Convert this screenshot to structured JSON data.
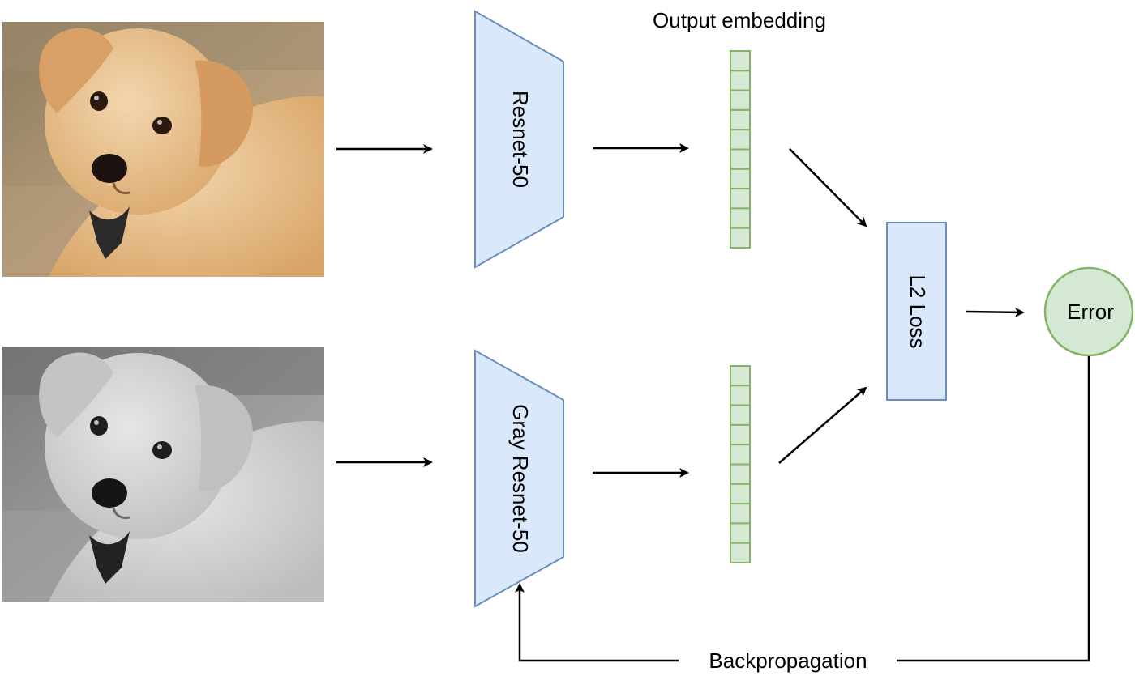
{
  "diagram": {
    "output_embedding_label": "Output embedding",
    "resnet_label": "Resnet-50",
    "gray_resnet_label": "Gray Resnet-50",
    "loss_label": "L2 Loss",
    "error_label": "Error",
    "backprop_label": "Backpropagation"
  },
  "images": {
    "top": {
      "kind": "color-photo",
      "subject": "puppy"
    },
    "bottom": {
      "kind": "grayscale-photo",
      "subject": "puppy"
    }
  },
  "embedding": {
    "cells": 10
  },
  "colors": {
    "network_fill": "#dae8fc",
    "network_stroke": "#6c8ebf",
    "embedding_fill": "#d5e8d4",
    "embedding_stroke": "#82b366",
    "error_fill": "#d5e8d4",
    "error_stroke": "#82b366",
    "arrow": "#000000",
    "dog_color_fur": "#e9c08a",
    "dog_gray_fur": "#d4d4d4"
  }
}
